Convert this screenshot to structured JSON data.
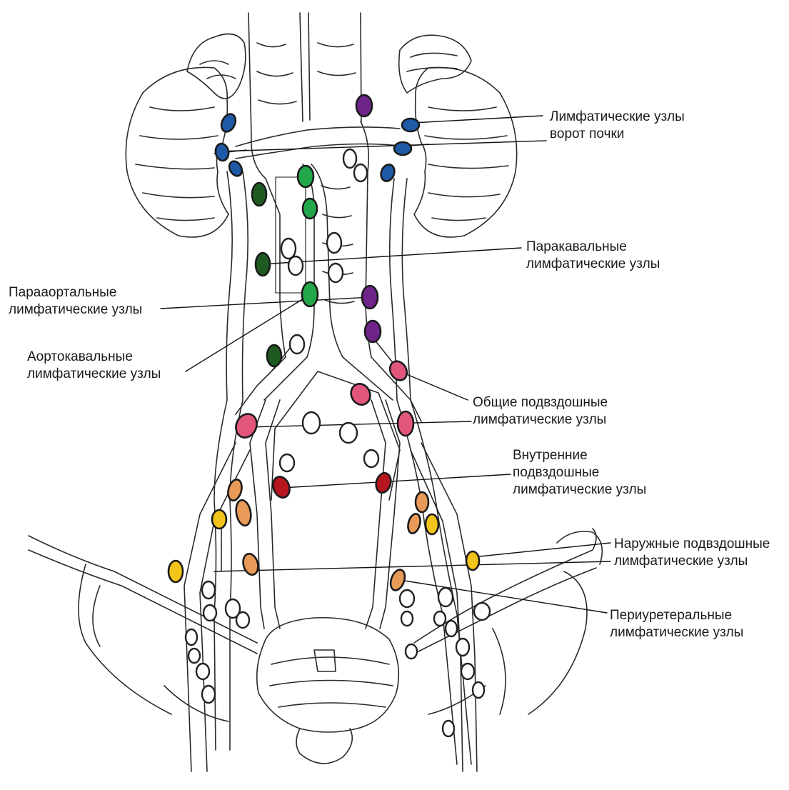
{
  "colors": {
    "renal_hilar": "#1f5aa6",
    "paracaval": "#22a84a",
    "paraaortic": "#6e2489",
    "aortocaval": "#1f5a22",
    "common_iliac": "#e2567c",
    "internal_iliac": "#b8161e",
    "external_iliac": "#f2c318",
    "periureteral": "#e89a58",
    "outline": "#222222"
  },
  "labels": {
    "renal_hilar": {
      "line1": "Лимфатические узлы",
      "line2": "ворот почки"
    },
    "paracaval": {
      "line1": "Паракавальные",
      "line2": "лимфатические узлы"
    },
    "paraaortic": {
      "line1": "Парааортальные",
      "line2": "лимфатические узлы"
    },
    "aortocaval": {
      "line1": "Аортокавальные",
      "line2": "лимфатические узлы"
    },
    "common_iliac": {
      "line1": "Общие подвздошные",
      "line2": "лимфатические узлы"
    },
    "internal_iliac": {
      "line1": "Внутренние",
      "line2": "подвздошные",
      "line3": "лимфатические узлы"
    },
    "external_iliac": {
      "line1": "Наружные подвздошные",
      "line2": "лимфатические узлы"
    },
    "periureteral": {
      "line1": "Периуретеральные",
      "line2": "лимфатические узлы"
    }
  }
}
